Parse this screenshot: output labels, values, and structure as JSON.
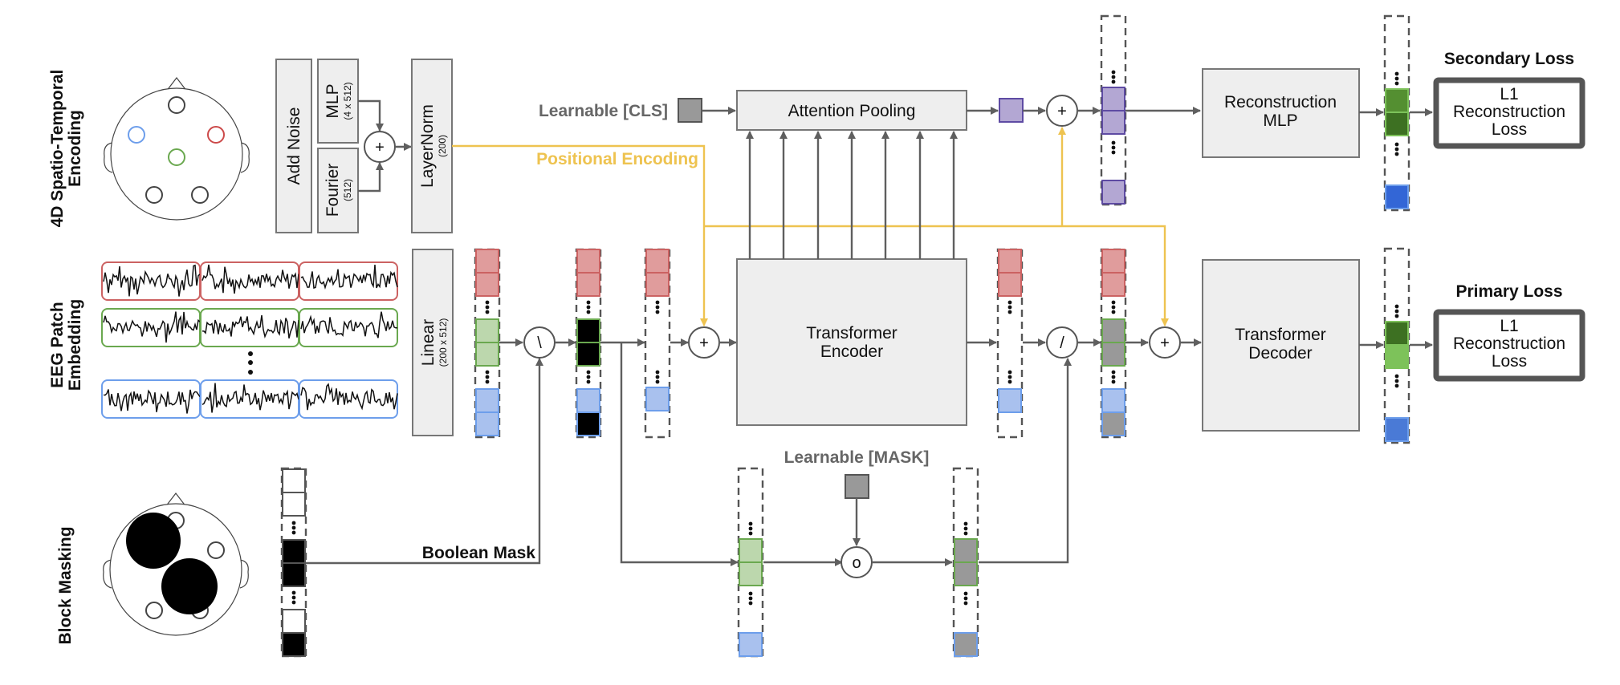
{
  "sections": {
    "st_encoding": "4D Spatio-Temporal\nEncoding",
    "patch_embedding": "EEG Patch\nEmbedding",
    "block_masking": "Block Masking"
  },
  "blocks": {
    "add_noise": "Add Noise",
    "mlp": "MLP",
    "mlp_dims": "(4 x 512)",
    "fourier": "Fourier",
    "fourier_dims": "(512)",
    "layernorm": "LayerNorm",
    "layernorm_dims": "(200)",
    "linear": "Linear",
    "linear_dims": "(200 x 512)",
    "attention_pooling": "Attention Pooling",
    "transformer_encoder": [
      "Transformer",
      "Encoder"
    ],
    "transformer_decoder": [
      "Transformer",
      "Decoder"
    ],
    "reconstruction_mlp": [
      "Reconstruction",
      "MLP"
    ]
  },
  "labels": {
    "learnable_cls": "Learnable [CLS]",
    "positional_encoding": "Positional Encoding",
    "learnable_mask": "Learnable [MASK]",
    "boolean_mask": "Boolean Mask",
    "secondary_loss": "Secondary Loss",
    "primary_loss": "Primary Loss"
  },
  "loss_box": [
    "L1",
    "Reconstruction",
    "Loss"
  ],
  "operators": {
    "add": "+",
    "set_difference": "\\",
    "divide": "/",
    "compose": "o"
  },
  "colors": {
    "red_token": "#e09c9c",
    "red_border": "#cc6262",
    "green_token": "#bcd7ad",
    "green_border": "#6aa84f",
    "blue_token": "#a9c1ee",
    "blue_border": "#6d9eeb",
    "purple_token": "#b3a7d3",
    "purple_border": "#5e4ba3",
    "gray_token": "#999999",
    "mask_black": "#000000",
    "positional_yellow": "#eec350",
    "dark_green": "#3d7022",
    "mid_green": "#548f31",
    "light_green": "#7dc25a",
    "blue_out_secondary": "#3366d6",
    "blue_out_primary": "#4a7ad6"
  },
  "eeg_channels": [
    "red",
    "green",
    "blue"
  ],
  "mask_sequence": [
    "white",
    "white",
    "black",
    "black",
    "white",
    "black"
  ]
}
